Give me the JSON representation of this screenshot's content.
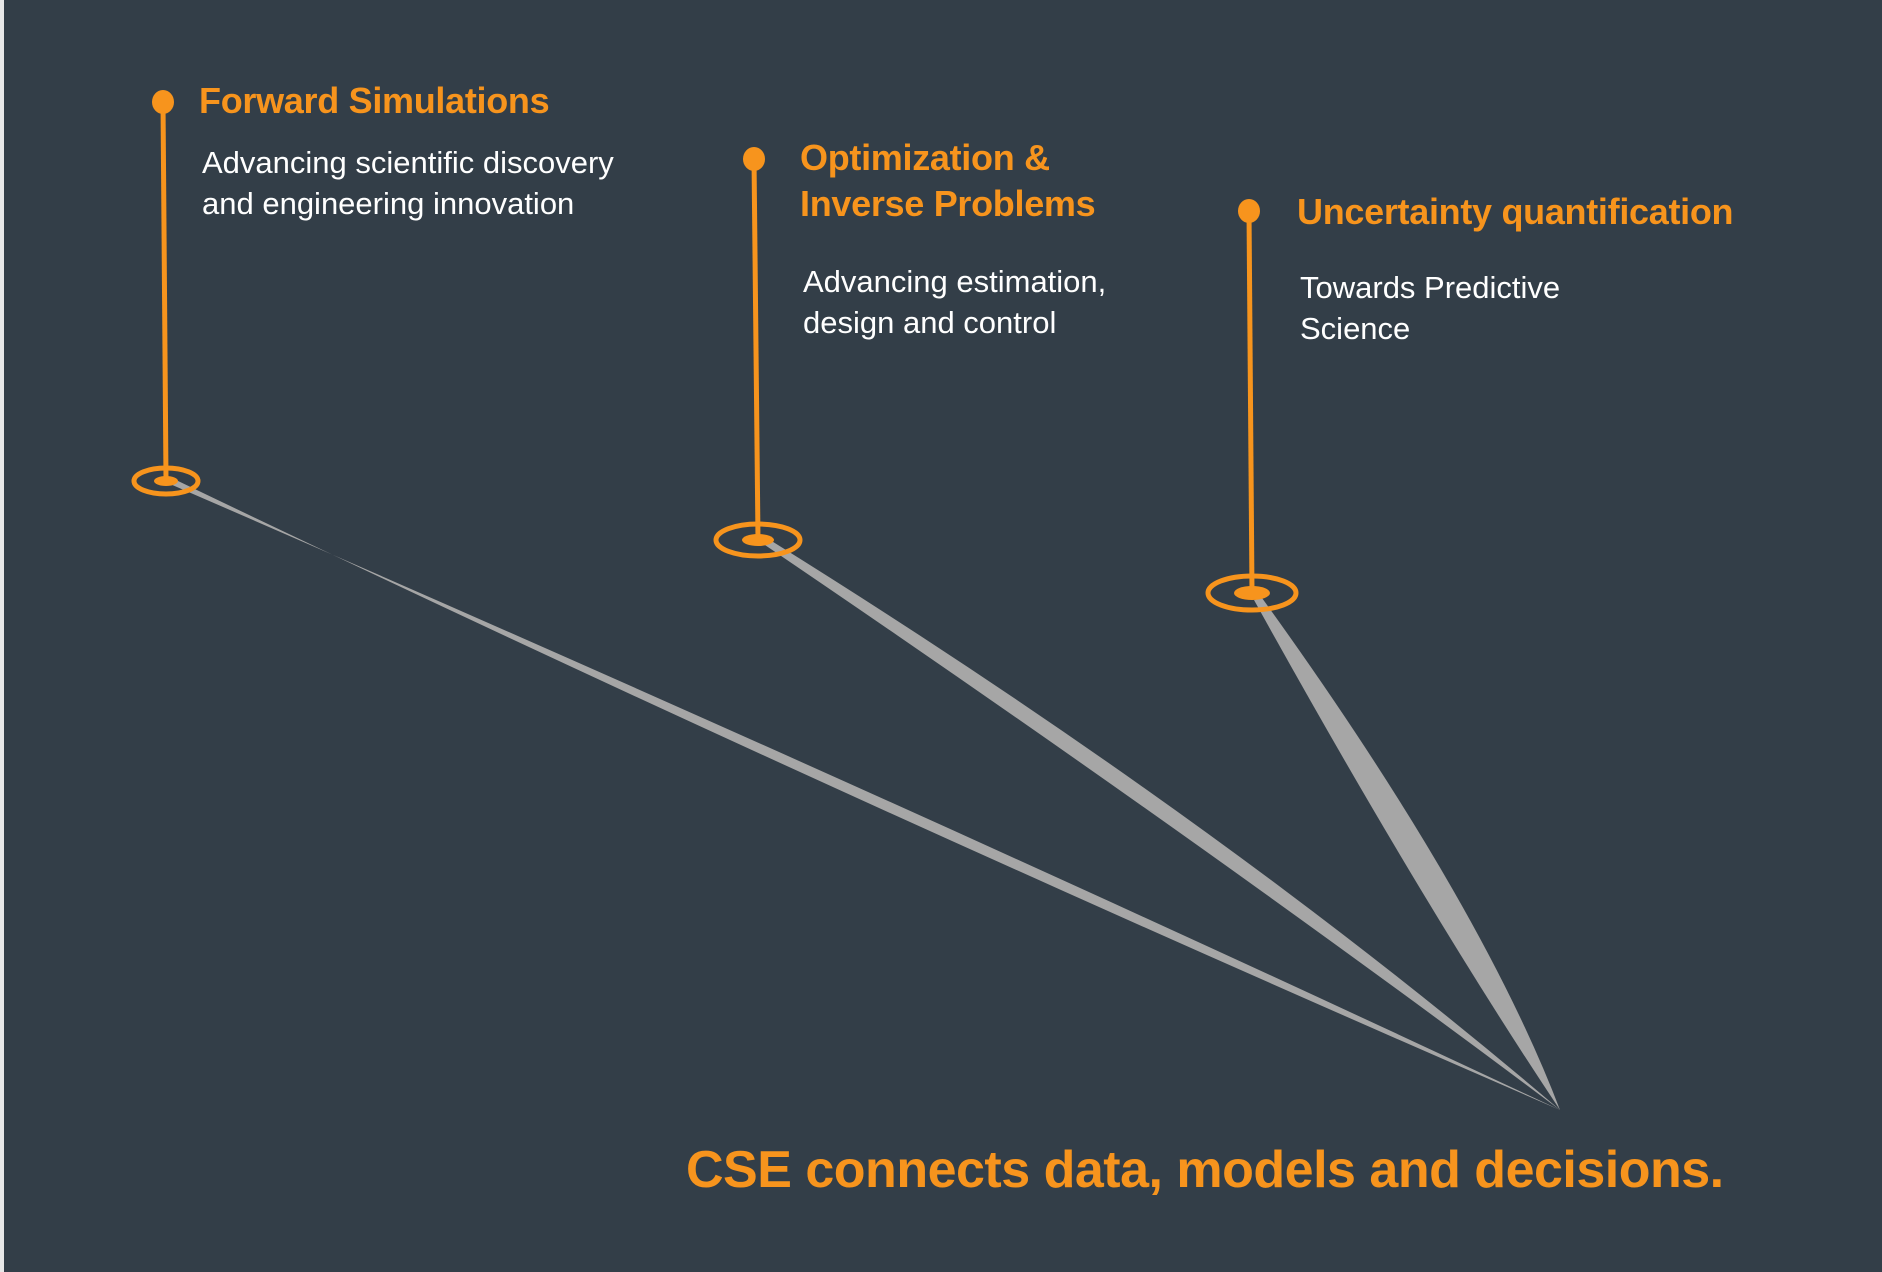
{
  "pillars": [
    {
      "title_lines": [
        "Forward Simulations"
      ],
      "subtitle_lines": [
        "Advancing scientific discovery",
        "and engineering innovation"
      ]
    },
    {
      "title_lines": [
        "Optimization &",
        "Inverse Problems"
      ],
      "subtitle_lines": [
        "Advancing estimation,",
        "design and control"
      ]
    },
    {
      "title_lines": [
        "Uncertainty quantification"
      ],
      "subtitle_lines": [
        "Towards Predictive",
        "Science"
      ]
    }
  ],
  "headline": "CSE connects data, models and decisions.",
  "colors": {
    "background": "#333e48",
    "accent": "#f7941d",
    "connector": "#a6a6a6",
    "text": "#ffffff"
  }
}
